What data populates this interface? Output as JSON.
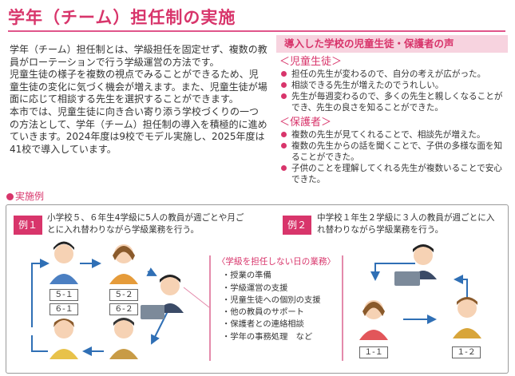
{
  "title": "学年（チーム）担任制の実施",
  "intro": {
    "p1": "学年（チーム）担任制とは、学級担任を固定せず、複数の教員がローテーションで行う学級運営の方法です。",
    "p2": "児童生徒の様子を複数の視点でみることができるため、児童生徒の変化に気づく機会が増えます。また、児童生徒が場面に応じて相談する先生を選択することができます。",
    "p3": "本市では、児童生徒に向き合い寄り添う学校づくりの一つの方法として、学年（チーム）担任制の導入を積極的に進めていきます。2024年度は9校でモデル実施し、2025年度は41校で導入しています。"
  },
  "voices": {
    "header": "導入した学校の児童生徒・保護者の声",
    "students_title": "＜児童生徒＞",
    "students": [
      "担任の先生が変わるので、自分の考えが広がった。",
      "相談できる先生が増えたのでうれしい。",
      "先生が毎週変わるので、多くの先生と親しくなることができ、先生の良さを知ることができた。"
    ],
    "parents_title": "＜保護者＞",
    "parents": [
      "複数の先生が見てくれることで、相談先が増えた。",
      "複数の先生からの話を聞くことで、子供の多様な面を知ることができた。",
      "子供のことを理解してくれる先生が複数いることで安心できた。"
    ]
  },
  "examples_label": "実施例",
  "example1": {
    "tag": "例１",
    "text": "小学校５、６年生4学級に5人の教員が週ごとや月ごとに入れ替わりながら学級業務を行う。",
    "classes": [
      "５-１",
      "５-２",
      "６-１",
      "６-２"
    ]
  },
  "duties": {
    "title": "〈学級を担任しない日の業務〉",
    "items": [
      "授業の準備",
      "学級運営の支援",
      "児童生徒への個別の支援",
      "他の教員のサポート",
      "保護者との連絡相談",
      "学年の事務処理　など"
    ]
  },
  "example2": {
    "tag": "例２",
    "text": "中学校１年生２学級に３人の教員が週ごとに入れ替わりながら学級業務を行う。",
    "classes": [
      "１-１",
      "１-２"
    ]
  },
  "colors": {
    "accent": "#d8356b",
    "arrow": "#2f6fb5",
    "header_bg": "#f7d3df"
  }
}
